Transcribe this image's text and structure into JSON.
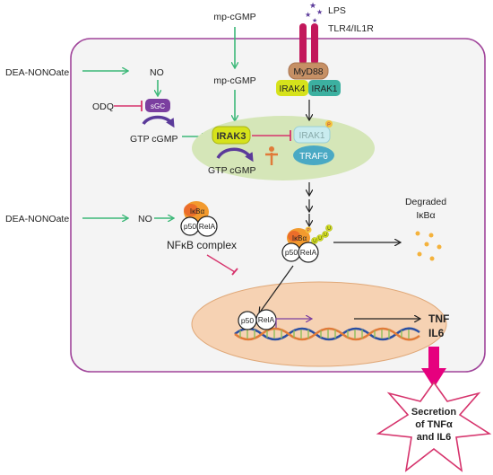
{
  "stimuli": {
    "lps": "LPS",
    "receptor": "TLR4/IL1R",
    "mp_cgmp_outside": "mp-cGMP",
    "mp_cgmp_inside": "mp-cGMP",
    "dea_nonoate_1": "DEA-NONOate",
    "dea_nonoate_2": "DEA-NONOate",
    "odq": "ODQ"
  },
  "nodes": {
    "no_1": "NO",
    "no_2": "NO",
    "sgc": "sGC",
    "gtp_cgmp_left": "GTP cGMP",
    "gtp_cgmp_center": "GTP cGMP",
    "irak3": "IRAK3",
    "myd88": "MyD88",
    "irak4": "IRAK4",
    "irak1_top": "IRAK1",
    "irak1_inhibited": "IRAK1",
    "traf6": "TRAF6",
    "ikba": "IκBα",
    "p50": "p50",
    "rela": "RelA",
    "nfkb_complex": "NFκB complex",
    "phospho": "P",
    "ubiquitin": "U",
    "degraded_label_1": "Degraded",
    "degraded_label_2": "IκBα"
  },
  "outputs": {
    "tnf": "TNF",
    "il6": "IL6",
    "secretion_line1": "Secretion",
    "secretion_line2": "of TNFα",
    "secretion_line3": "and IL6"
  },
  "colors": {
    "activation_arrow": "#3cb878",
    "inhibition": "#d6336c",
    "cell_border": "#a0449a",
    "cell_fill": "#f4f4f4",
    "receptor": "#c2185b",
    "sgc": "#7b3fa0",
    "irak3": "#d6e21b",
    "complex_ellipse": "#d5e6b8",
    "nucleus": "#f6d2b3",
    "degraded_dots": "#f4b23c",
    "secretion_arrow": "#e6007e",
    "star_outline": "#d6336c"
  }
}
